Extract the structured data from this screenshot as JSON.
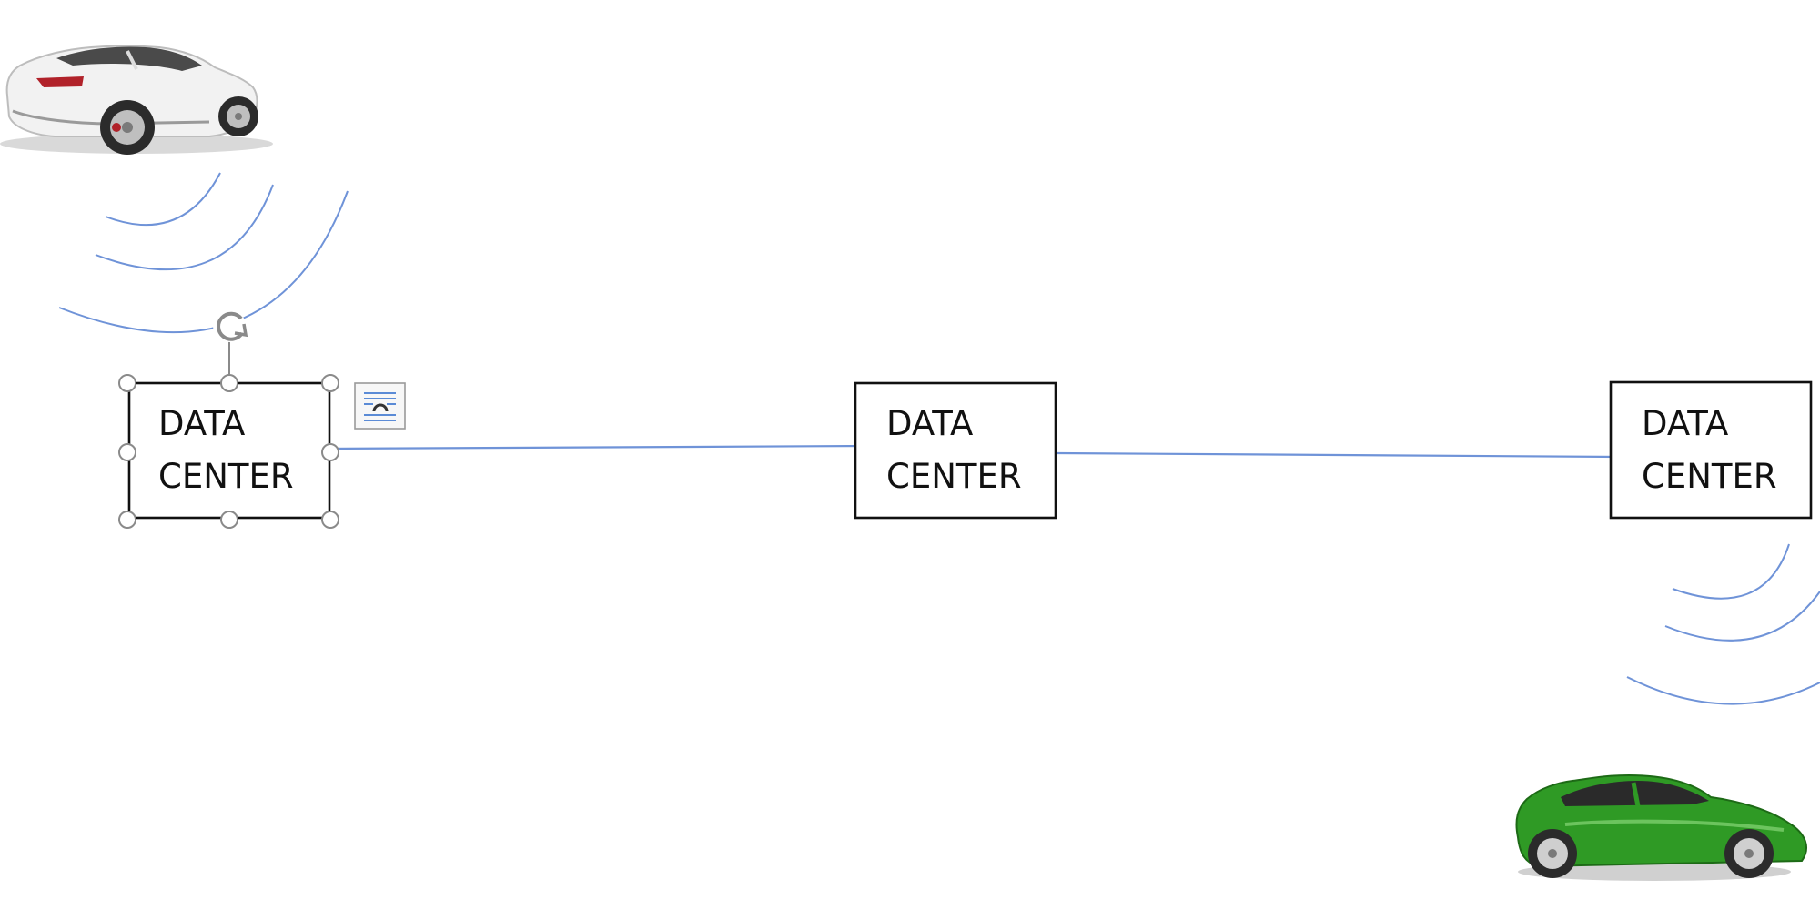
{
  "diagram": {
    "nodes": [
      {
        "id": "dc-left",
        "line1": "DATA",
        "line2": "CENTER",
        "selected": true
      },
      {
        "id": "dc-middle",
        "line1": "DATA",
        "line2": "CENTER",
        "selected": false
      },
      {
        "id": "dc-right",
        "line1": "DATA",
        "line2": "CENTER",
        "selected": false
      }
    ],
    "edges": [
      {
        "from": "dc-left",
        "to": "dc-middle"
      },
      {
        "from": "dc-middle",
        "to": "dc-right"
      }
    ],
    "vehicles": [
      {
        "id": "car-white",
        "color": "#f2f2f2",
        "linked_to": "dc-left"
      },
      {
        "id": "car-green",
        "color": "#2f9a25",
        "linked_to": "dc-right"
      }
    ],
    "colors": {
      "connector": "#6f93d8",
      "wireless": "#6f93d8",
      "box_border": "#111111",
      "handle": "#8a8a8a"
    }
  }
}
